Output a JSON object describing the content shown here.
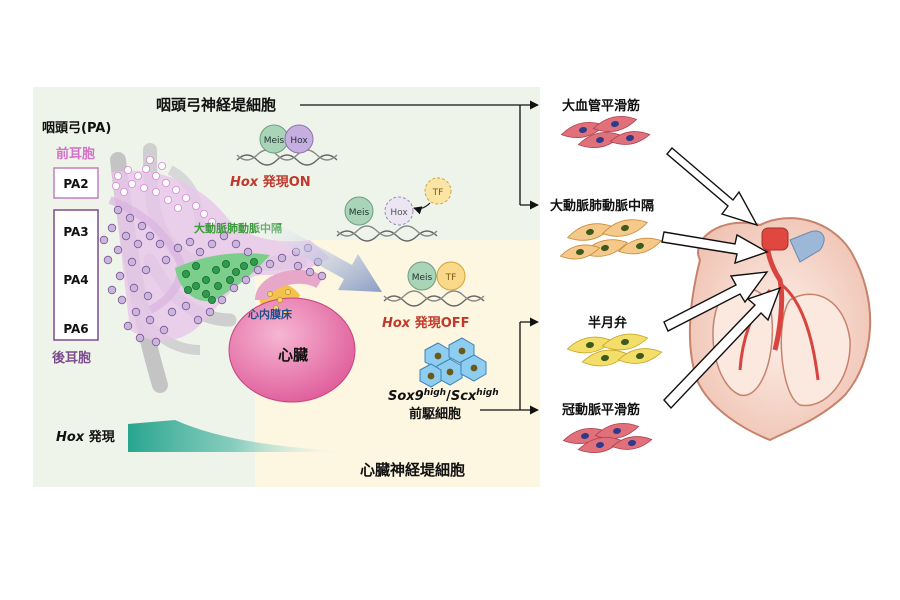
{
  "title_neural_crest_pa": "咽頭弓神経堤細胞",
  "title_cardiac_nc": "心臓神経堤細胞",
  "pa_header": "咽頭弓(PA)",
  "anterior_label": "前耳胞",
  "posterior_label": "後耳胞",
  "pa_boxes": [
    "PA2",
    "PA3",
    "PA4",
    "PA6"
  ],
  "aorticopulmonary_septum_label": "大動脈肺動脈中隔",
  "endocardial_cushion_label": "心内膜床",
  "heart_label": "心臓",
  "hox_gradient_label": {
    "italic": "Hox",
    "rest": " 発現"
  },
  "hox_on_label": {
    "italic": "Hox",
    "rest": " 発現ON"
  },
  "hox_off_label": {
    "italic": "Hox",
    "rest": " 発現OFF"
  },
  "proteins": {
    "meis": "Meis",
    "hox": "Hox",
    "tf": "TF"
  },
  "progenitor_label": {
    "sox9": "Sox9",
    "sox9_sup": "high",
    "slash": "/",
    "scx": "Scx",
    "scx_sup": "high",
    "line2": "前駆細胞"
  },
  "fates": [
    "大血管平滑筋",
    "大動脈肺動脈中隔",
    "半月弁",
    "冠動脈平滑筋"
  ],
  "colors": {
    "pa_bg": "#eef4ea",
    "cardiac_bg": "#fdf6e1",
    "pink_cell": "#d98ad8",
    "purple_cell": "#7d559a",
    "green_cell": "#2e9a4e",
    "arrow_blue": "#8ea2c9",
    "hox_red": "#c0392b",
    "heart_red": "#d8453f"
  }
}
